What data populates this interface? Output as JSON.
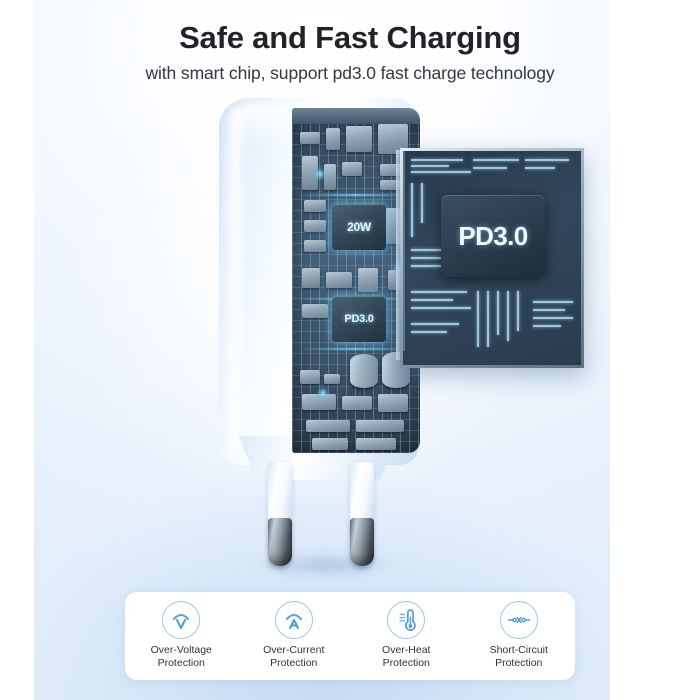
{
  "header": {
    "title": "Safe and Fast Charging",
    "subtitle": "with smart chip, support pd3.0 fast charge technology"
  },
  "product": {
    "name": "wall-charger",
    "chips": [
      {
        "label": "20W",
        "name": "chip-20w"
      },
      {
        "label": "PD3.0",
        "name": "chip-pd30"
      }
    ],
    "magnified_chip": {
      "label": "PD3.0",
      "name": "magnified-chip-die"
    }
  },
  "features": [
    {
      "icon": "over-voltage-icon",
      "label": "Over-Voltage\nProtection"
    },
    {
      "icon": "over-current-icon",
      "label": "Over-Current\nProtection"
    },
    {
      "icon": "over-heat-icon",
      "label": "Over-Heat\nProtection"
    },
    {
      "icon": "short-circuit-icon",
      "label": "Short-Circuit\nProtection"
    }
  ],
  "colors": {
    "accent_blue": "#4f9fdc",
    "icon_outline": "#9fc8e8",
    "text_dark": "#212326",
    "product_body": "#e4f0fc",
    "chip_dark": "#2b3d4f"
  }
}
